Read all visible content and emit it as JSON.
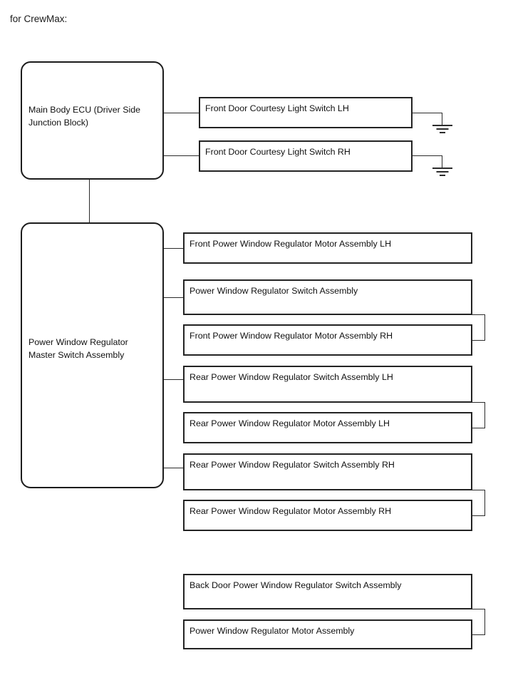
{
  "caption": "for CrewMax:",
  "blocks": {
    "ecu": "Main Body ECU (Driver Side Junction Block)",
    "master": "Power Window Regulator Master Switch Assembly"
  },
  "components": {
    "courtesy_lh": "Front Door Courtesy Light Switch LH",
    "courtesy_rh": "Front Door Courtesy Light Switch RH",
    "front_motor_lh": "Front Power Window Regulator Motor Assembly LH",
    "pw_switch": "Power Window Regulator Switch Assembly",
    "front_motor_rh": "Front Power Window Regulator Motor Assembly RH",
    "rear_switch_lh": "Rear Power Window Regulator Switch Assembly LH",
    "rear_motor_lh": "Rear Power Window Regulator Motor Assembly LH",
    "rear_switch_rh": "Rear Power Window Regulator Switch Assembly RH",
    "rear_motor_rh": "Rear Power Window Regulator Motor Assembly RH",
    "back_door_switch": "Back Door Power Window Regulator Switch Assembly",
    "back_door_motor": "Power Window Regulator Motor Assembly"
  },
  "symbols": {
    "ground_lh": "ground",
    "ground_rh": "ground"
  },
  "colors": {
    "background": "#ffffff",
    "box_border": "#232323",
    "rounded_border": "#1c1c1c",
    "wire": "#2b2b2b",
    "text": "#111111"
  }
}
